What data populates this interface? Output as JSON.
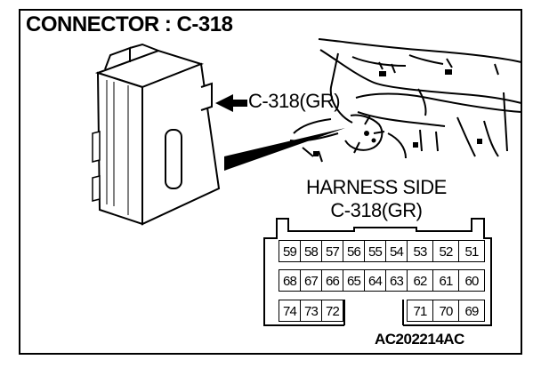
{
  "title": "CONNECTOR : C-318",
  "callout": "C-318(GR)",
  "harness_side": {
    "line1": "HARNESS SIDE",
    "line2": "C-318(GR)"
  },
  "pins": {
    "row1_left": [
      "59",
      "58",
      "57",
      "56",
      "55",
      "54"
    ],
    "row1_right": [
      "53",
      "52",
      "51"
    ],
    "row2_left": [
      "68",
      "67",
      "66",
      "65",
      "64",
      "63"
    ],
    "row2_right": [
      "62",
      "61",
      "60"
    ],
    "row3_left": [
      "74",
      "73",
      "72"
    ],
    "row3_right": [
      "71",
      "70",
      "69"
    ]
  },
  "figure_code": "AC202214AC"
}
